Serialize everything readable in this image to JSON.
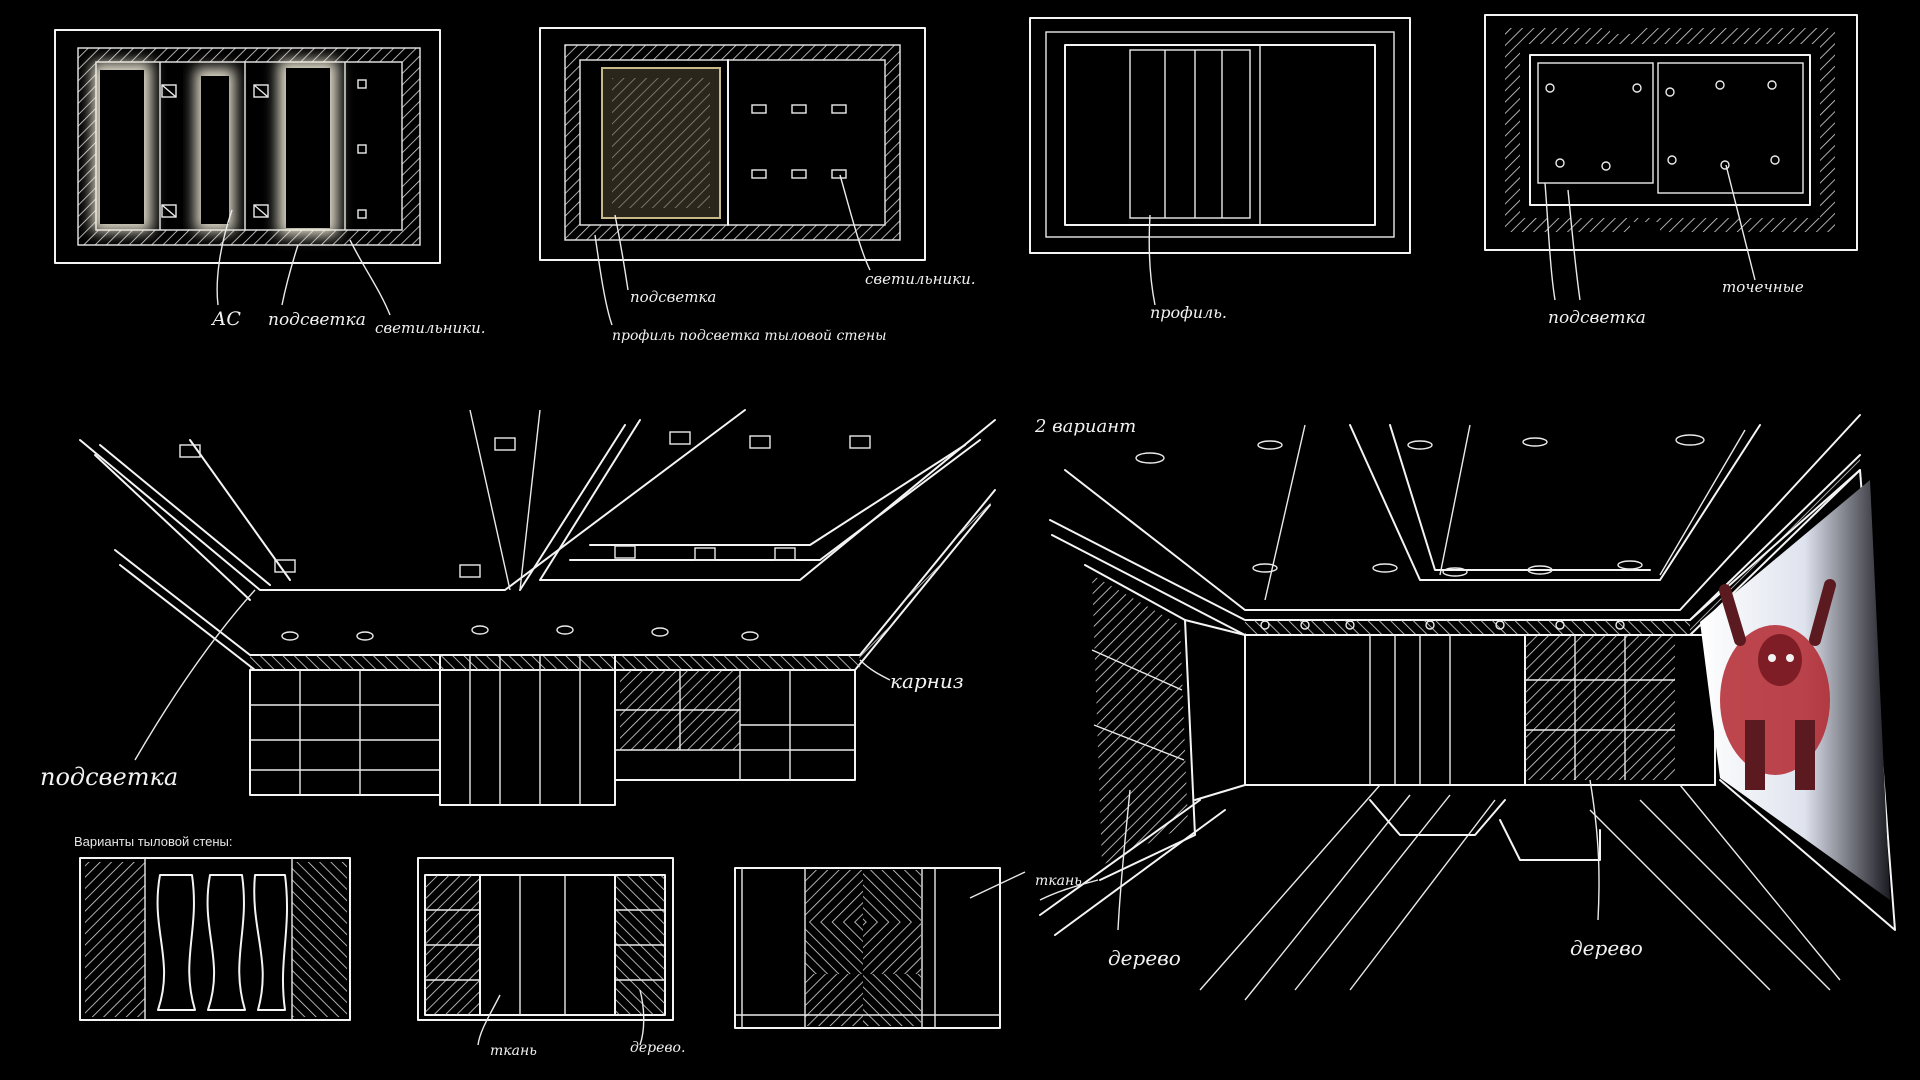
{
  "plans": {
    "plan1": {
      "labels": [
        "АС",
        "подсветка",
        "светильники."
      ]
    },
    "plan2": {
      "labels": [
        "подсветка",
        "светильники.",
        "профиль подсветка тыловой стены"
      ]
    },
    "plan3": {
      "labels": [
        "профиль."
      ]
    },
    "plan4": {
      "labels": [
        "подсветка",
        "точечные"
      ]
    }
  },
  "perspectives": {
    "left": {
      "labels": [
        "подсветка",
        "карниз"
      ]
    },
    "right": {
      "title": "2 вариант",
      "labels": [
        "дерево",
        "дерево",
        "ткань"
      ]
    }
  },
  "rear_wall": {
    "caption": "Варианты тыловой стены:",
    "labels": [
      "ткань",
      "дерево."
    ]
  },
  "colors": {
    "background": "#000000",
    "lines": "#f4f4f4",
    "glow": "#f6f1df",
    "screen_accent": "#b3262e"
  }
}
